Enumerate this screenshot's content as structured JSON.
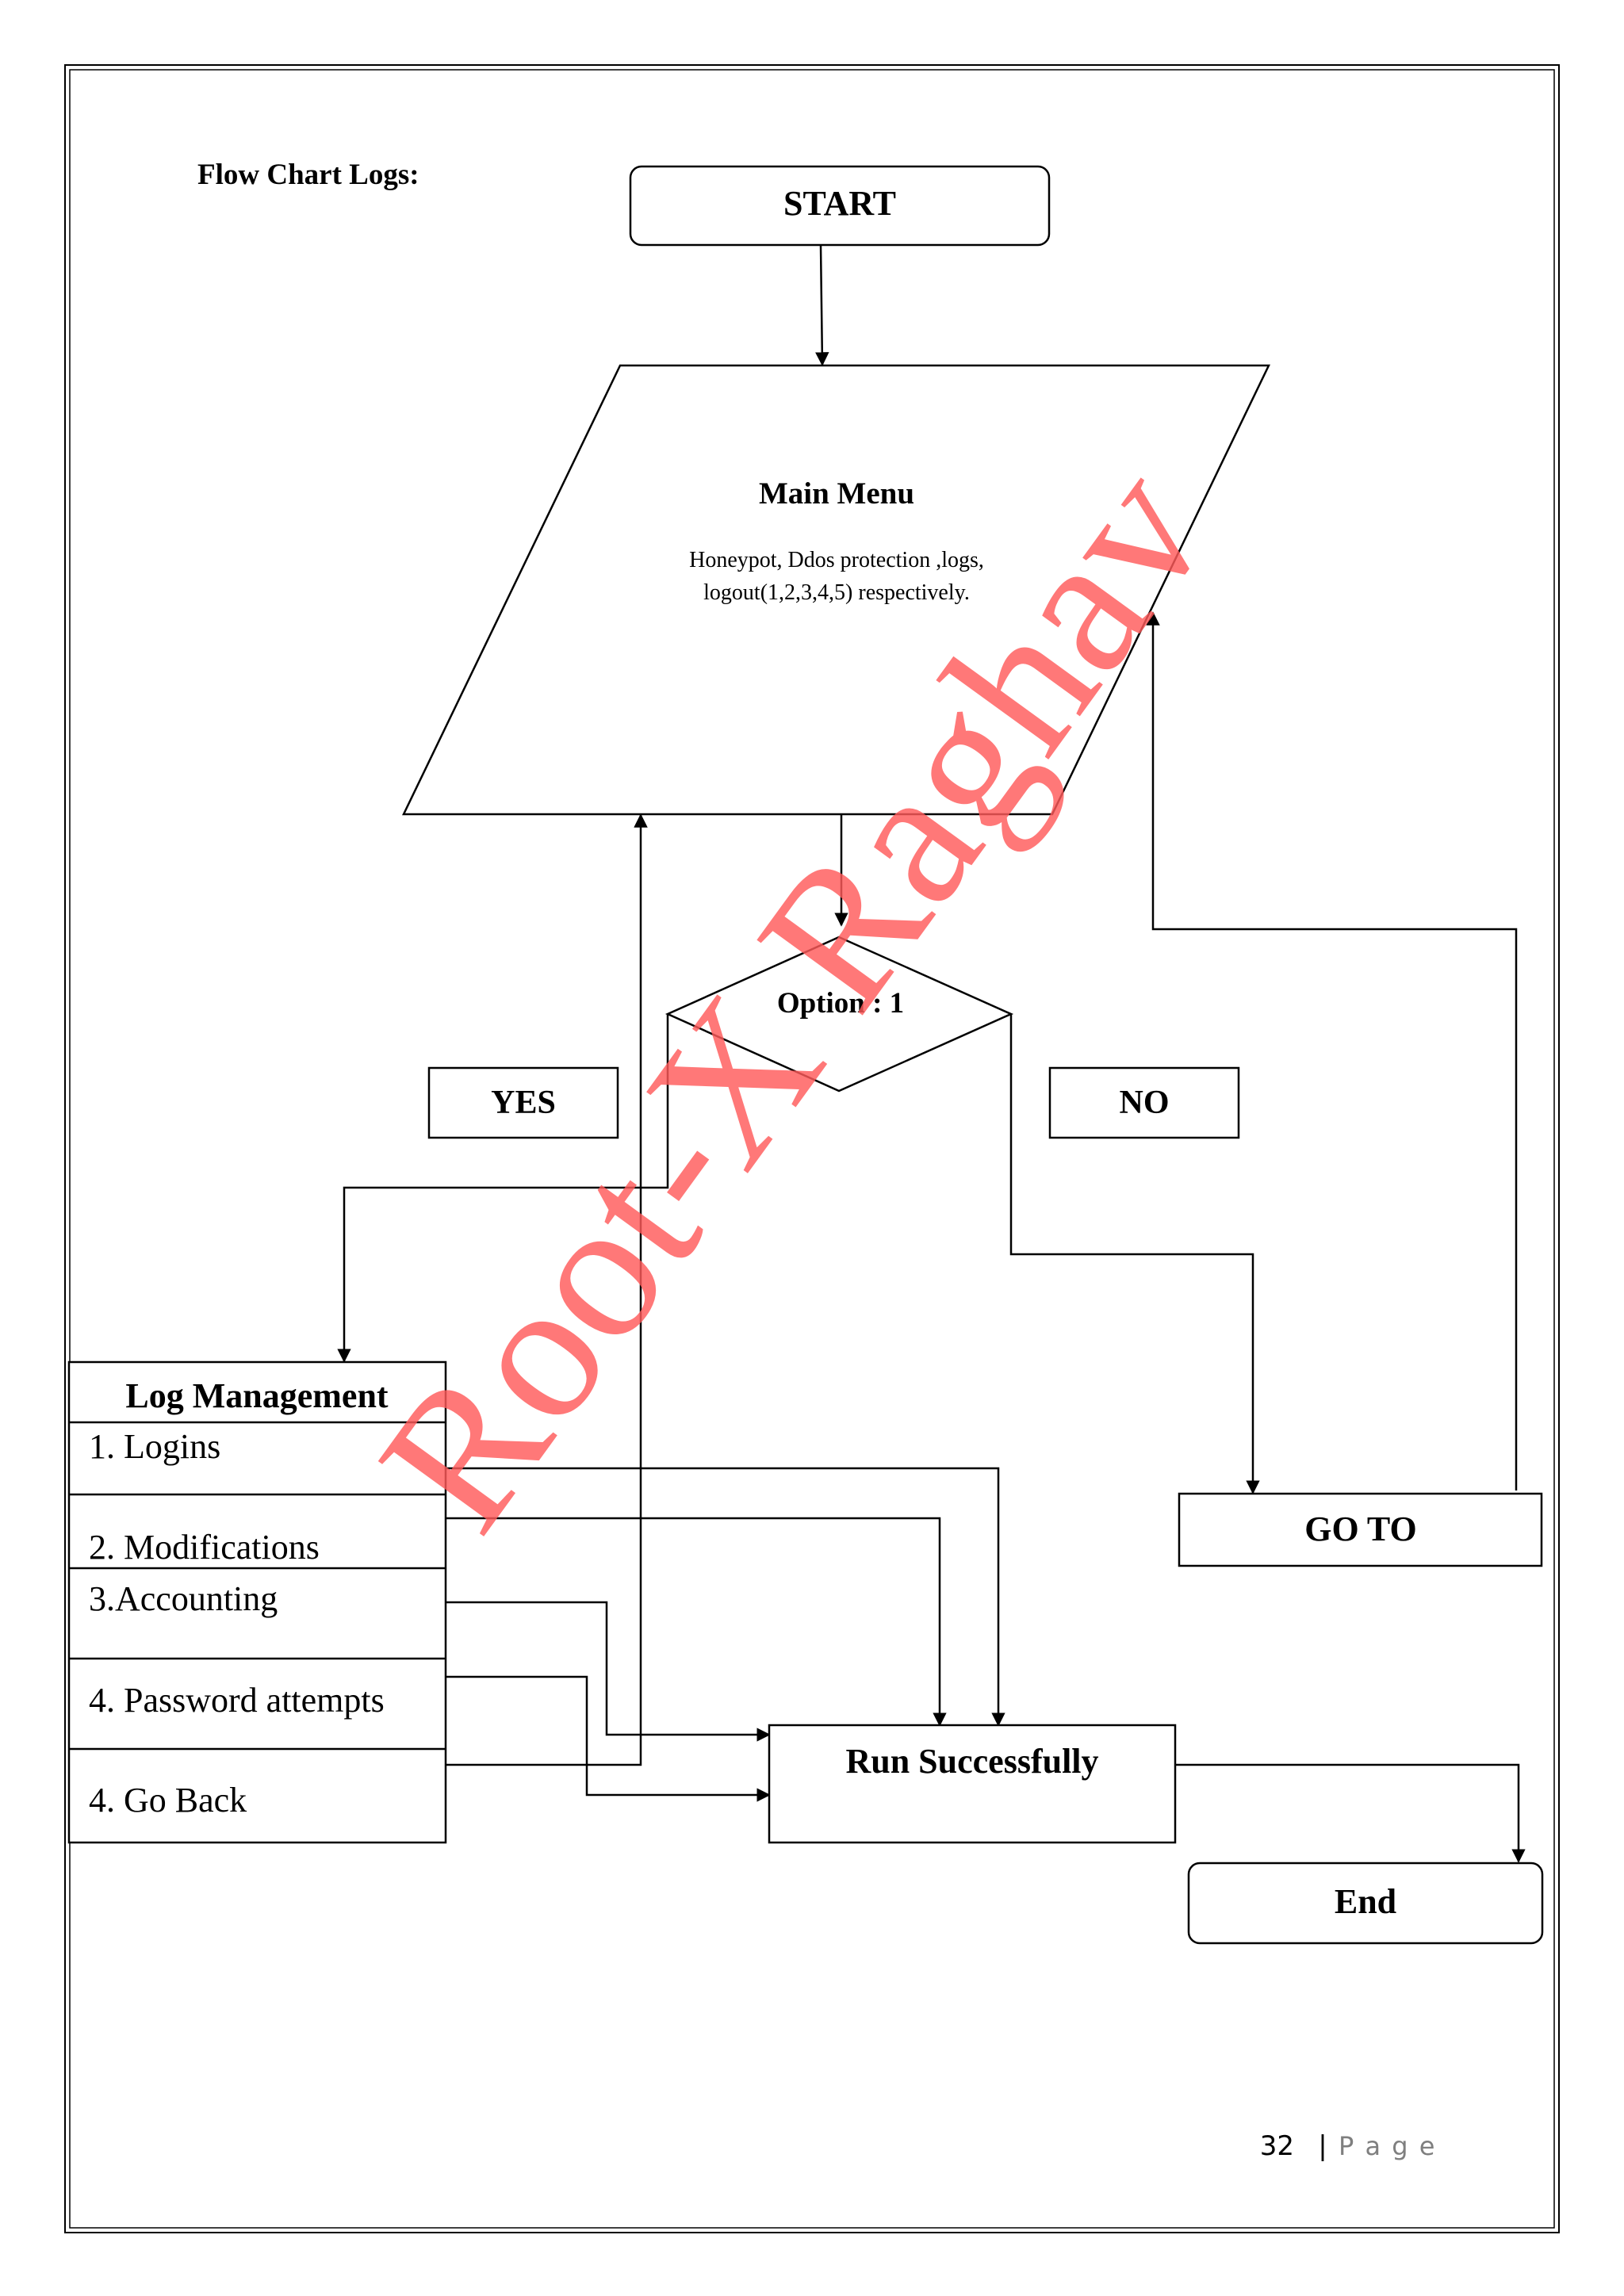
{
  "heading": "Flow Chart Logs:",
  "start": "START",
  "main_menu": {
    "title": "Main Menu",
    "line1": "Honeypot, Ddos protection ,logs,",
    "line2": "logout(1,2,3,4,5) respectively."
  },
  "decision": "Option : 1",
  "yes_label": "YES",
  "no_label": "NO",
  "log_management": {
    "title": "Log Management",
    "items": [
      "1. Logins",
      "2. Modifications",
      "3.Accounting",
      "4. Password attempts",
      "4. Go Back"
    ]
  },
  "goto": "GO TO",
  "run": "Run Successfully",
  "end": "End",
  "footer": {
    "page_number": "32",
    "separator": "|",
    "page_word": "P a g e"
  },
  "watermark": "Root-X Raghav"
}
